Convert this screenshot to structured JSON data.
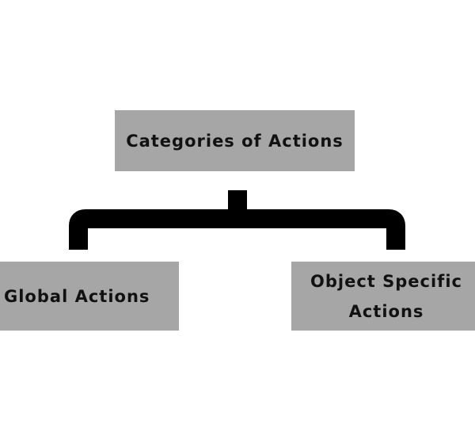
{
  "diagram": {
    "type": "tree",
    "root": {
      "label": "Categories of Actions"
    },
    "children": [
      {
        "label": "Global Actions"
      },
      {
        "label": "Object Specific\nActions"
      }
    ],
    "colors": {
      "node_fill": "#a6a6a6",
      "connector": "#000000",
      "text": "#111111",
      "background": "#ffffff"
    }
  }
}
